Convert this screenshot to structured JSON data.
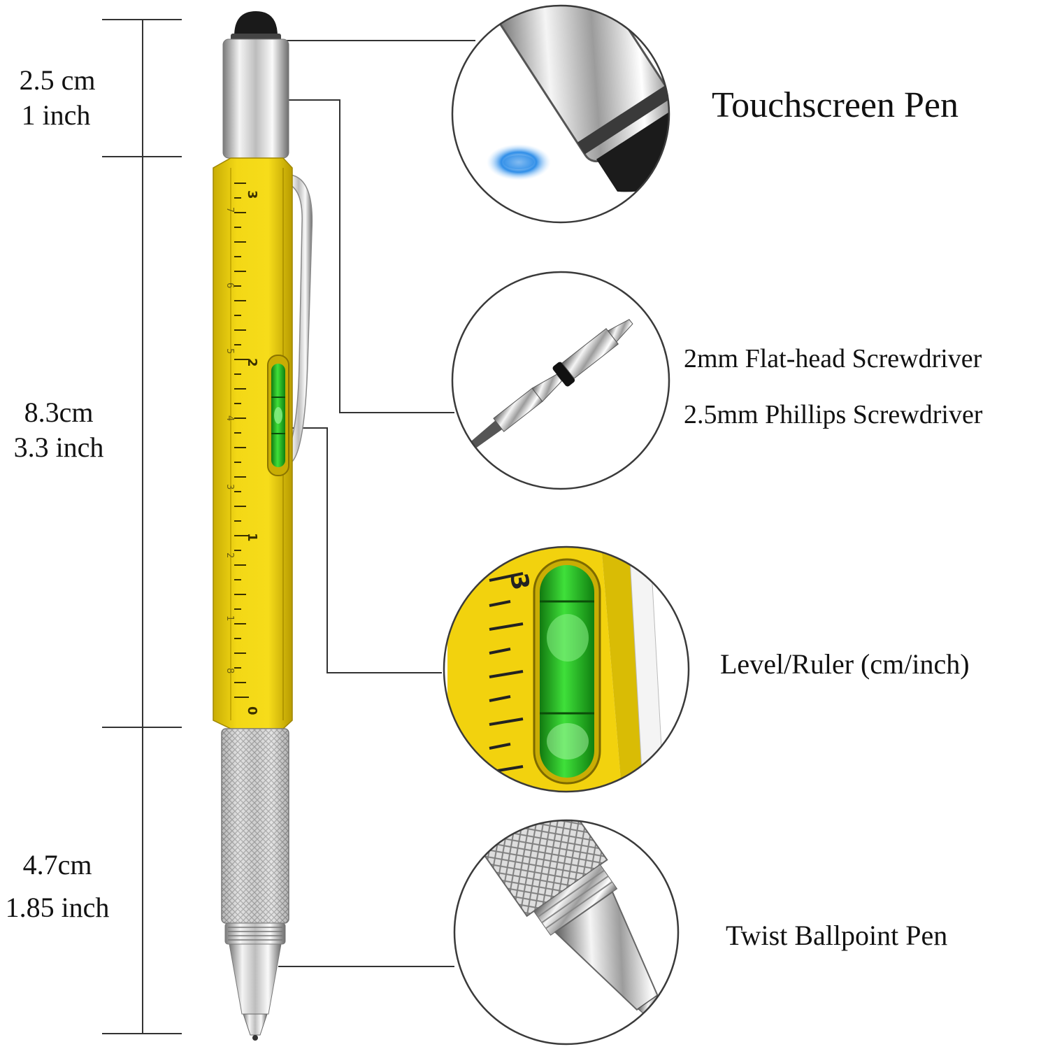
{
  "dimensions": {
    "top": {
      "cm": "2.5 cm",
      "inch": "1 inch"
    },
    "middle": {
      "cm": "8.3cm",
      "inch": "3.3 inch"
    },
    "bottom": {
      "cm": "4.7cm",
      "inch": "1.85 inch"
    }
  },
  "features": {
    "touchscreen": "Touchscreen Pen",
    "flat_screwdriver": "2mm Flat-head Screwdriver",
    "phillips_screwdriver": "2.5mm Phillips Screwdriver",
    "level_ruler": "Level/Ruler (cm/inch)",
    "ballpoint": "Twist Ballpoint Pen"
  },
  "ruler": {
    "cm_marks": [
      "0",
      "1",
      "2",
      "3"
    ],
    "inch_marks": [
      "8",
      "7",
      "6",
      "5",
      "4",
      "3",
      "2",
      "1"
    ]
  },
  "colors": {
    "pen_body": "#f1d40e",
    "level_liquid": "#2fbf2a",
    "chrome": "#c8c8c8",
    "stylus_tip": "#1a1a1a"
  }
}
